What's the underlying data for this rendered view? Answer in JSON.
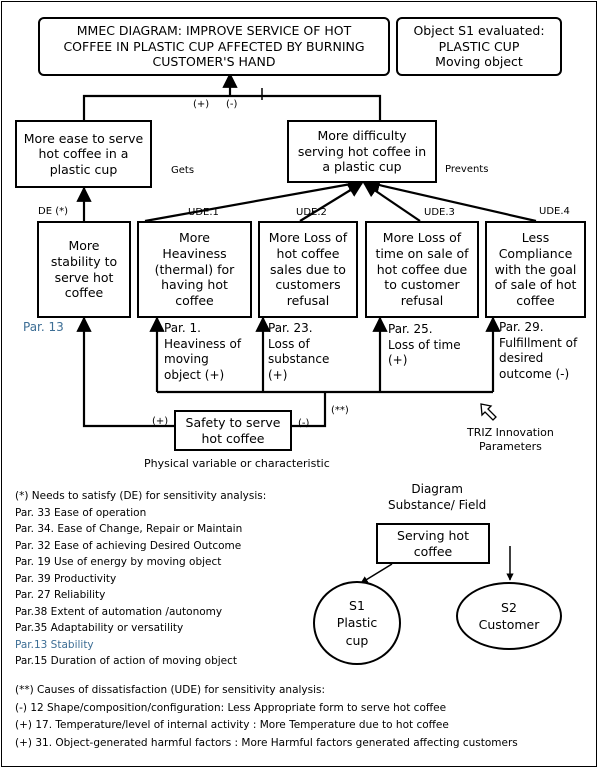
{
  "header": {
    "title": "MMEC DIAGRAM: IMPROVE SERVICE OF HOT\nCOFFEE IN PLASTIC CUP AFFECTED BY BURNING\nCUSTOMER'S HAND",
    "object": "Object S1 evaluated:\nPLASTIC CUP\nMoving object"
  },
  "signs": {
    "plus": "(+)",
    "minus": "(-)",
    "double": "(**)"
  },
  "goals": {
    "gets_box": "More ease to serve\nhot coffee in a\nplastic cup",
    "gets_label": "Gets",
    "prevents_box": "More difficulty\nserving hot coffee in\na plastic cup",
    "prevents_label": "Prevents"
  },
  "effects": [
    {
      "tag": "DE (*)",
      "text": "More\nstability to\nserve hot\ncoffee",
      "par": "Par. 13"
    },
    {
      "tag": "UDE.1",
      "text": "More\nHeaviness\n(thermal) for\nhaving hot\ncoffee",
      "par": "Par. 1.\nHeaviness of\nmoving\nobject (+)"
    },
    {
      "tag": "UDE.2",
      "text": "More Loss of\nhot coffee\nsales due to\ncustomers\nrefusal",
      "par": "Par. 23.\nLoss of\nsubstance\n(+)"
    },
    {
      "tag": "UDE.3",
      "text": "More Loss of\ntime on sale of\nhot coffee due\nto customer\nrefusal",
      "par": "Par. 25.\nLoss of time\n(+)"
    },
    {
      "tag": "UDE.4",
      "text": "Less\nCompliance\nwith the goal\nof sale of hot\ncoffee",
      "par": "Par. 29.\nFulfillment of\ndesired\noutcome (-)"
    }
  ],
  "variable": {
    "text": "Safety to serve\nhot coffee",
    "caption": "Physical variable or characteristic"
  },
  "triz": {
    "icon": "cursor-arrow-icon",
    "label": "TRIZ Innovation\nParameters"
  },
  "sensitivity": {
    "heading": "(*) Needs to satisfy (DE) for sensitivity analysis:",
    "items": [
      "Par. 33 Ease of operation",
      "Par. 34. Ease of Change, Repair or Maintain",
      "Par. 32 Ease of achieving Desired Outcome",
      "Par. 19 Use of energy by moving object",
      "Par. 39 Productivity",
      "Par. 27  Reliability",
      "Par.38 Extent of automation /autonomy",
      "Par.35  Adaptability or versatility",
      "Par.13 Stability",
      "Par.15 Duration of action of moving object"
    ],
    "highlight_index": 8
  },
  "substance_field": {
    "title": "Diagram\nSubstance/ Field",
    "field": "Serving hot\ncoffee",
    "s1": "S1\nPlastic\ncup",
    "s2": "S2\nCustomer"
  },
  "dissatisfaction": {
    "heading": "(**) Causes of dissatisfaction (UDE) for sensitivity analysis:",
    "items": [
      "(-) 12 Shape/composition/configuration: Less Appropriate form to serve hot coffee",
      "(+) 17. Temperature/level of internal activity : More Temperature due to hot coffee",
      "(+) 31. Object-generated harmful factors : More Harmful factors generated affecting customers"
    ]
  },
  "colors": {
    "highlight": "#3d6e95"
  }
}
